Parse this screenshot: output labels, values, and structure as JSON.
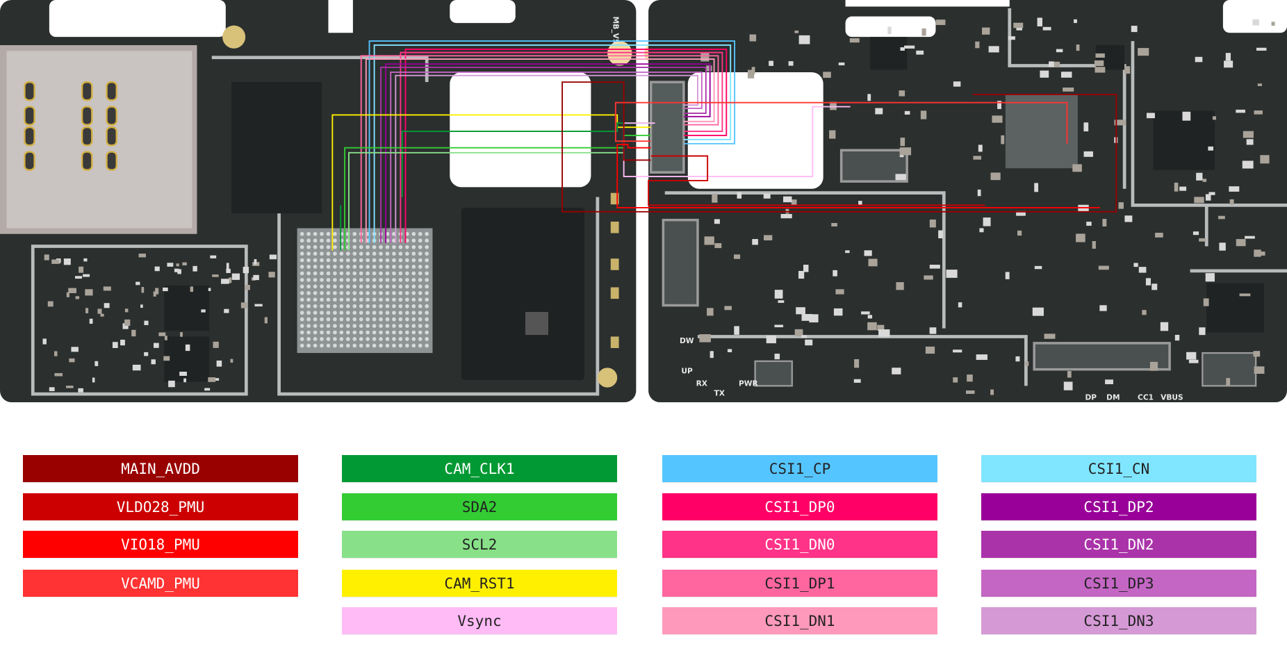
{
  "board": {
    "silkscreen": {
      "board_version": "MB_V5",
      "pad_dp": "DP",
      "pad_dm": "DM",
      "pad_cc1": "CC1",
      "pad_vbus": "VBUS",
      "pad_up": "UP",
      "pad_dw": "DW",
      "pad_rx": "RX",
      "pad_tx": "TX",
      "pad_pwr": "PWR"
    },
    "colors": {
      "pcb": "#2b2f2e",
      "shield": "#b9bcbc",
      "cutout": "#ffffff"
    }
  },
  "legend": {
    "columns": [
      [
        {
          "label": "MAIN_AVDD",
          "color": "#990000",
          "text_color": "#ffffff"
        },
        {
          "label": "VLDO28_PMU",
          "color": "#cc0000",
          "text_color": "#ffffff"
        },
        {
          "label": "VIO18_PMU",
          "color": "#ff0000",
          "text_color": "#ffffff"
        },
        {
          "label": "VCAMD_PMU",
          "color": "#ff3333",
          "text_color": "#ffffff"
        }
      ],
      [
        {
          "label": "CAM_CLK1",
          "color": "#009933",
          "text_color": "#ffffff"
        },
        {
          "label": "SDA2",
          "color": "#33cc33",
          "text_color": "#222222"
        },
        {
          "label": "SCL2",
          "color": "#88e088",
          "text_color": "#222222"
        },
        {
          "label": "CAM_RST1",
          "color": "#fff000",
          "text_color": "#222222"
        },
        {
          "label": "Vsync",
          "color": "#ffbbf5",
          "text_color": "#222222"
        }
      ],
      [
        {
          "label": "CSI1_CP",
          "color": "#55c5ff",
          "text_color": "#222222"
        },
        {
          "label": "CSI1_DP0",
          "color": "#ff0066",
          "text_color": "#ffffff"
        },
        {
          "label": "CSI1_DN0",
          "color": "#ff3388",
          "text_color": "#ffffff"
        },
        {
          "label": "CSI1_DP1",
          "color": "#ff66a0",
          "text_color": "#222222"
        },
        {
          "label": "CSI1_DN1",
          "color": "#ff99bb",
          "text_color": "#222222"
        }
      ],
      [
        {
          "label": "CSI1_CN",
          "color": "#80e5ff",
          "text_color": "#222222"
        },
        {
          "label": "CSI1_DP2",
          "color": "#990099",
          "text_color": "#ffffff"
        },
        {
          "label": "CSI1_DN2",
          "color": "#aa33aa",
          "text_color": "#ffffff"
        },
        {
          "label": "CSI1_DP3",
          "color": "#c466c4",
          "text_color": "#222222"
        },
        {
          "label": "CSI1_DN3",
          "color": "#d599d5",
          "text_color": "#222222"
        }
      ]
    ]
  }
}
